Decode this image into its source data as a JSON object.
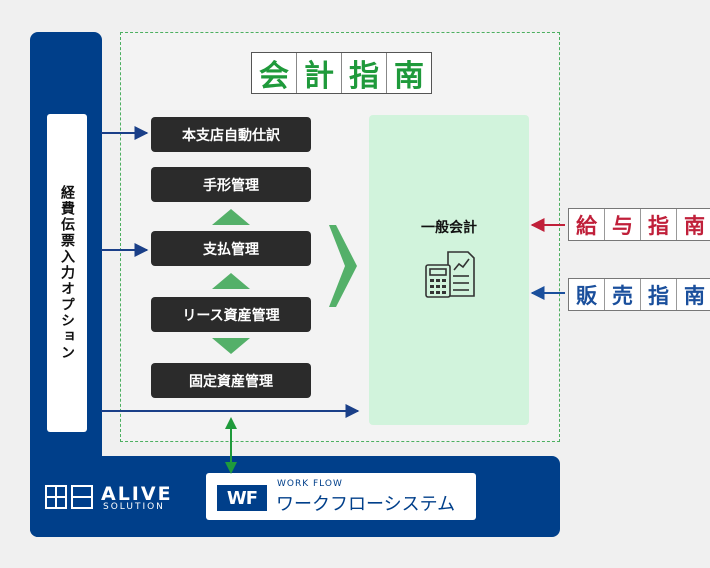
{
  "title_chars": [
    "会",
    "計",
    "指",
    "南"
  ],
  "option_label": "経費伝票入力オプション",
  "modules": [
    "本支店自動仕訳",
    "手形管理",
    "支払管理",
    "リース資産管理",
    "固定資産管理"
  ],
  "panel_label": "一般会計",
  "kyuyo_chars": [
    "給",
    "与",
    "指",
    "南"
  ],
  "hanbai_chars": [
    "販",
    "売",
    "指",
    "南"
  ],
  "workflow": {
    "logo": "WF",
    "small": "WORK FLOW",
    "main": "ワークフローシステム"
  },
  "alive": {
    "main": "ALIVE",
    "sub": "SOLUTION"
  },
  "colors": {
    "navy": "#003f8a",
    "green": "#1f9a3b",
    "red": "#c0203a",
    "blue": "#1a4f9c",
    "panel": "#d1f3dc"
  }
}
